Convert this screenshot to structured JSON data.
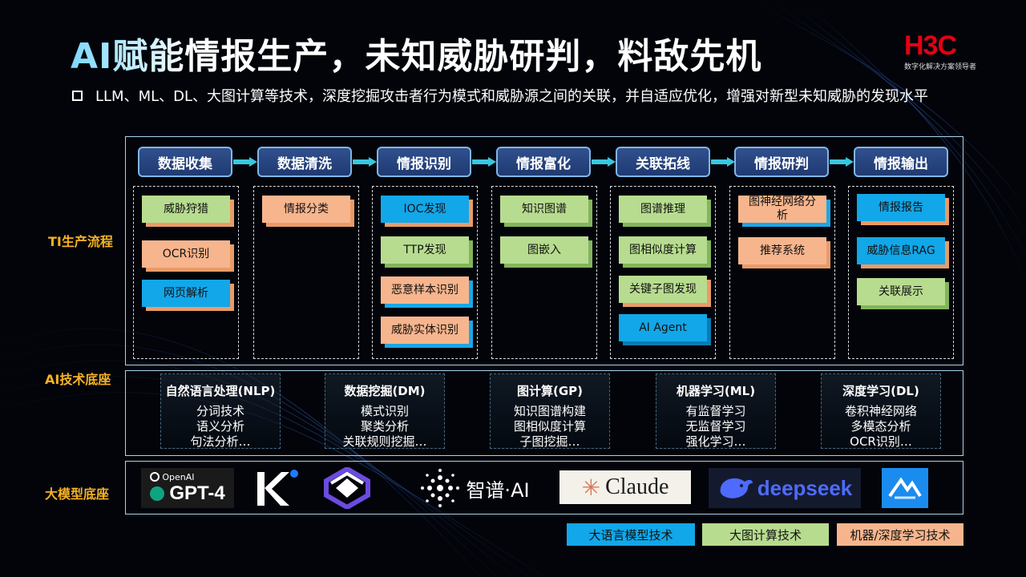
{
  "header": {
    "title": "AI赋能情报生产，未知威胁研判，料敌先机",
    "bullet": "LLM、ML、DL、大图计算等技术，深度挖掘攻击者行为模式和威胁源之间的关联，并自适应优化，增强对新型未知威胁的发现水平"
  },
  "logo": {
    "mark": "H3C",
    "subtitle": "数字化解决方案领导者"
  },
  "rows": {
    "ti_label": "TI生产流程",
    "ai_label": "AI技术底座",
    "model_label": "大模型底座"
  },
  "stages": [
    {
      "label": "数据收集",
      "items": [
        {
          "text": "威胁狩猎",
          "color": "green"
        },
        {
          "text": "OCR识别",
          "color": "orange"
        },
        {
          "text": "网页解析",
          "color": "blue"
        }
      ]
    },
    {
      "label": "数据清洗",
      "items": [
        {
          "text": "情报分类",
          "color": "orange"
        }
      ]
    },
    {
      "label": "情报识别",
      "items": [
        {
          "text": "IOC发现",
          "color": "blue"
        },
        {
          "text": "TTP发现",
          "color": "green"
        },
        {
          "text": "恶意样本识别",
          "color": "orange"
        },
        {
          "text": "威胁实体识别",
          "color": "orange"
        }
      ]
    },
    {
      "label": "情报富化",
      "items": [
        {
          "text": "知识图谱",
          "color": "green"
        },
        {
          "text": "图嵌入",
          "color": "green"
        }
      ]
    },
    {
      "label": "关联拓线",
      "items": [
        {
          "text": "图谱推理",
          "color": "green"
        },
        {
          "text": "图相似度计算",
          "color": "green"
        },
        {
          "text": "关键子图发现",
          "color": "green"
        },
        {
          "text": "AI Agent",
          "color": "blue"
        }
      ]
    },
    {
      "label": "情报研判",
      "items": [
        {
          "text": "图神经网络分析",
          "color": "orange"
        },
        {
          "text": "推荐系统",
          "color": "orange"
        }
      ]
    },
    {
      "label": "情报输出",
      "items": [
        {
          "text": "情报报告",
          "color": "blue"
        },
        {
          "text": "威胁信息RAG",
          "color": "blue"
        },
        {
          "text": "关联展示",
          "color": "green"
        }
      ]
    }
  ],
  "tech": [
    {
      "title": "自然语言处理(NLP)",
      "items": [
        "分词技术",
        "语义分析",
        "句法分析…"
      ]
    },
    {
      "title": "数据挖掘(DM)",
      "items": [
        "模式识别",
        "聚类分析",
        "关联规则挖掘…"
      ]
    },
    {
      "title": "图计算(GP)",
      "items": [
        "知识图谱构建",
        "图相似度计算",
        "子图挖掘…"
      ]
    },
    {
      "title": "机器学习(ML)",
      "items": [
        "有监督学习",
        "无监督学习",
        "强化学习…"
      ]
    },
    {
      "title": "深度学习(DL)",
      "items": [
        "卷积神经网络",
        "多模态分析",
        "OCR识别…"
      ]
    }
  ],
  "models": {
    "openai_small": "OpenAI",
    "gpt4": "GPT-4",
    "zhipu": "智谱·AI",
    "claude": "Claude",
    "deepseek": "deepseek"
  },
  "legend": [
    {
      "label": "大语言模型技术",
      "color": "#12a7e9"
    },
    {
      "label": "大图计算技术",
      "color": "#b7dc8f"
    },
    {
      "label": "机器/深度学习技术",
      "color": "#f7b58d"
    }
  ]
}
